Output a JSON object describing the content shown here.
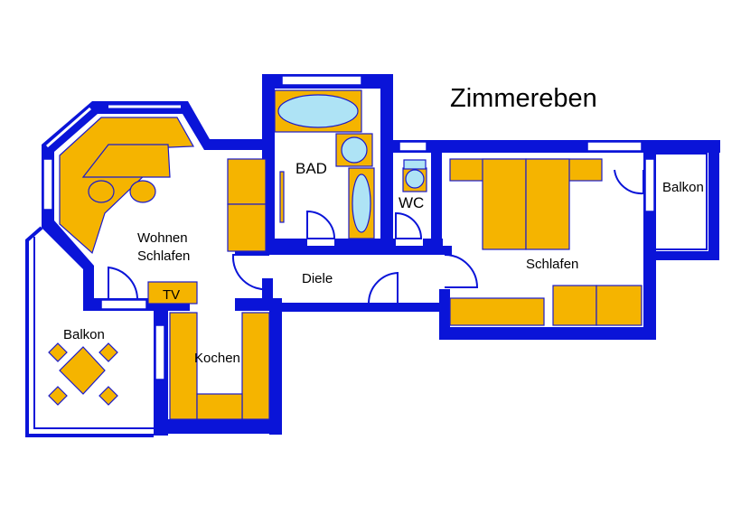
{
  "title": "Zimmereben",
  "rooms": {
    "bad": "BAD",
    "wc": "WC",
    "balkon_right": "Balkon",
    "wohnen_line1": "Wohnen",
    "wohnen_line2": "Schlafen",
    "tv": "TV",
    "diele": "Diele",
    "schlafen": "Schlafen",
    "balkon_left": "Balkon",
    "kochen": "Kochen"
  },
  "colors": {
    "wall": "#0a14d8",
    "furniture": "#f5b400",
    "fixture": "#aee3f5",
    "outline": "#1a1acc"
  }
}
